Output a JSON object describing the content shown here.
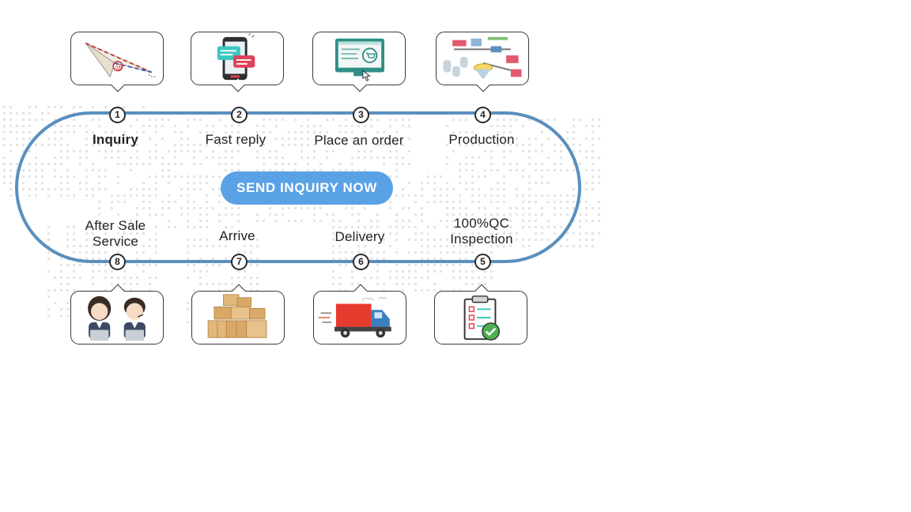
{
  "cta": {
    "label": "SEND INQUIRY NOW"
  },
  "colors": {
    "loop": "#5a8fbe",
    "cta": "#5aa2e6",
    "map_dots": "#e4e4e4"
  },
  "steps": [
    {
      "num": "1",
      "label": "Inquiry",
      "icon": "paper-plane-mail-icon"
    },
    {
      "num": "2",
      "label": "Fast reply",
      "icon": "smartphone-chat-icon"
    },
    {
      "num": "3",
      "label": "Place an order",
      "icon": "monitor-cart-click-icon"
    },
    {
      "num": "4",
      "label": "Production",
      "icon": "factory-line-icon"
    },
    {
      "num": "5",
      "label": "100%QC Inspection",
      "label_lines": [
        "100%QC",
        "Inspection"
      ],
      "icon": "clipboard-check-icon"
    },
    {
      "num": "6",
      "label": "Delivery",
      "icon": "delivery-truck-icon"
    },
    {
      "num": "7",
      "label": "Arrive",
      "icon": "cardboard-boxes-icon"
    },
    {
      "num": "8",
      "label": "After Sale Service",
      "label_lines": [
        "After Sale",
        "Service"
      ],
      "icon": "support-agents-icon"
    }
  ]
}
